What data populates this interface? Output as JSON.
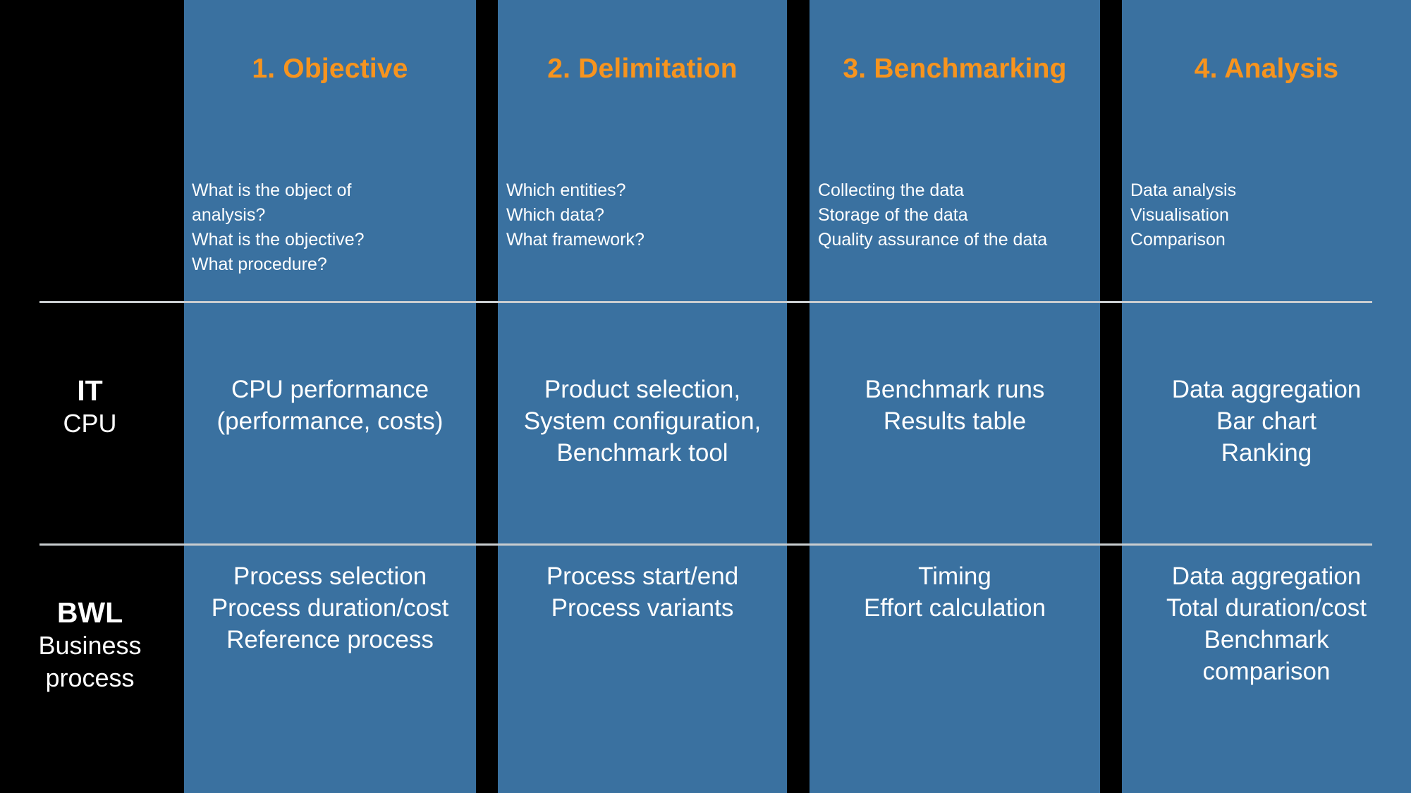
{
  "colors": {
    "panel_blue": "#3a71a0",
    "background_black": "#000000",
    "accent_orange": "#f7941e",
    "text_white": "#ffffff",
    "divider_grey": "#c9cdd0"
  },
  "columns": [
    {
      "title": "1.   Objective",
      "header_lines": [
        "What is the object of",
        "analysis?",
        "What is the objective?",
        "What procedure?"
      ]
    },
    {
      "title": "2. Delimitation",
      "header_lines": [
        "Which entities?",
        "Which data?",
        "What framework?"
      ]
    },
    {
      "title": "3. Benchmarking",
      "header_lines": [
        "Collecting the data",
        "Storage of the data",
        "Quality assurance of the data"
      ]
    },
    {
      "title": "4. Analysis",
      "header_lines": [
        "Data analysis",
        "Visualisation",
        "Comparison"
      ]
    }
  ],
  "rows": [
    {
      "label_abbr": "IT",
      "label_sub": "CPU",
      "cells": [
        [
          "CPU performance",
          "(performance, costs)"
        ],
        [
          "Product selection,",
          "System configuration,",
          "Benchmark tool"
        ],
        [
          "Benchmark runs",
          "Results table"
        ],
        [
          "Data aggregation",
          "Bar chart",
          "Ranking"
        ]
      ]
    },
    {
      "label_abbr": "BWL",
      "label_sub_1": "Business",
      "label_sub_2": "process",
      "cells": [
        [
          "Process selection",
          "Process duration/cost",
          "Reference process"
        ],
        [
          "Process start/end",
          "Process variants"
        ],
        [
          "Timing",
          "Effort calculation"
        ],
        [
          "Data aggregation",
          "Total duration/cost",
          "Benchmark",
          "comparison"
        ]
      ]
    }
  ]
}
